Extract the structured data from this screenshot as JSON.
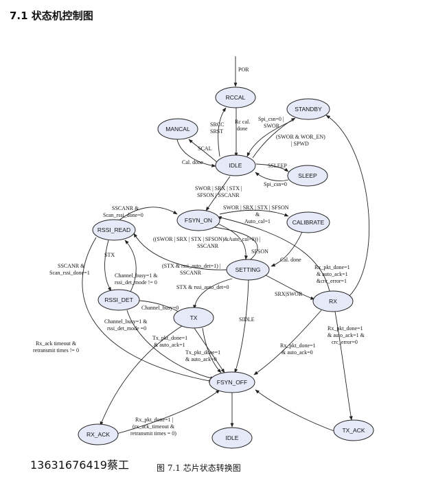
{
  "heading": "7.1  状态机控制图",
  "caption": "图 7.1  芯片状态转换图",
  "contact": "13631676419蔡工",
  "states": {
    "rccal": "RCCAL",
    "standby": "STANDBY",
    "mancal": "MANCAL",
    "idle": "IDLE",
    "sleep": "SLEEP",
    "fsyn_on": "FSYN_ON",
    "calibrate": "CALIBRATE",
    "rssi_read": "RSSI_READ",
    "setting": "SETTING",
    "rssi_det": "RSSI_DET",
    "rx": "RX",
    "tx": "TX",
    "fsyn_off": "FSYN_OFF",
    "rx_ack": "RX_ACK",
    "idle2": "IDLE",
    "tx_ack": "TX_ACK"
  },
  "labels": {
    "por": "POR",
    "srcc": "SRCC",
    "srst": "SRST",
    "rc_cal": "Rc cal.",
    "rc_done": "done",
    "spi_cs0": "Spi_csn=0 |",
    "swor": "SWOR",
    "swor_wor_en": "(SWOR & WOR_EN)",
    "spwd": "| SPWD",
    "scal": "SCAL",
    "cal_done_l": "Cal. done",
    "ssleep": "SSLEEP",
    "spi_cs0_b": "Spi_csn=0",
    "idle_fs1": "SWOR | SRX | STX |",
    "idle_fs2": "SFSON | SSCANR",
    "fs_cal1": "SWOR | SRX | STX | SFSON",
    "fs_cal2": "&",
    "fs_cal3": "Auto_cal=1",
    "sscanr1": "SSCANR &",
    "sscanr2": "Scan_rssi_done=0",
    "set_fs1": "((SWOR | SRX | STX | SFSON)&Auto_cal=0)) |",
    "set_fs2": "SSCANR",
    "sfson": "SFSON",
    "cal_done_r": "Cal. done",
    "set_rssi1": "(STX & rssi_auto_det=1) |",
    "set_rssi2": "SSCANR",
    "stx_l": "STX",
    "chan1": "Channel_busy=1 &",
    "chan2": "rssi_det_mode != 0",
    "sscanr_done1": "SSCANR &",
    "sscanr_done2": "Scan_rssi_done=1",
    "stx_rssi0": "STX & rssi_auto_det=0",
    "srx_swor": "SRX|SWOR",
    "rx_back1": "Rx_pkt_done=1",
    "rx_back2": "& auto_ack=1",
    "rx_back3": "&crc_error=1",
    "chan_busy0": "Channel_busy=0",
    "chan_busy_m1": "Channel_busy=1 &",
    "chan_busy_m2": "rssi_det_mode =0",
    "sidle": "SIDLE",
    "tx_done_ack1": "Tx_pkt_done=1",
    "tx_done_ack2": "& auto_ack=1",
    "tx_done_noack1": "Tx_pkt_done=1",
    "tx_done_noack2": "& auto_ack=0",
    "rx_done_noack1": "Rx_pkt_done=1",
    "rx_done_noack2": "& auto_ack=0",
    "rx_txack1": "Rx_pkt_done=1",
    "rx_txack2": "& auto_ack=1 &",
    "rx_txack3": "crc_error=0",
    "rx_ack_to1": "Rx_ack timeout &",
    "rx_ack_to2": "retransmit times != 0",
    "rxack_off1": "Rx_pkt_done=1 |",
    "rxack_off2": "(rx_ack_timeout &",
    "rxack_off3": "retransmit times = 0)"
  }
}
